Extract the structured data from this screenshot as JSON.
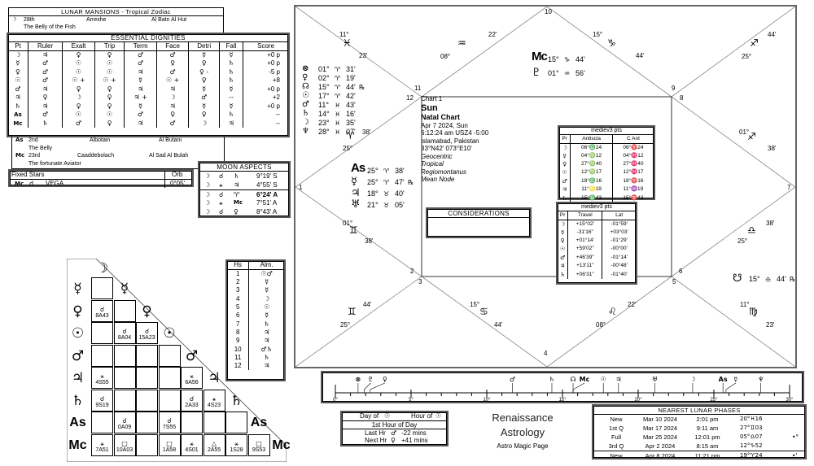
{
  "lunar_mansions": {
    "title": "LUNAR MANSIONS - Tropical Zodiac",
    "moon": {
      "symbol": "☽",
      "num": "28th",
      "name": "Arrexhe",
      "arabic": "Al Batn Al Hut",
      "meaning": "The Belly of the Fish"
    },
    "asc": {
      "symbol": "As",
      "num": "2nd",
      "name": "Albotain",
      "arabic": "Al Butani",
      "meaning": "The Belly"
    },
    "mc": {
      "symbol": "Mc",
      "num": "23rd",
      "name": "Caaddebolach",
      "arabic": "Al Sad Al Bulah",
      "meaning": "The fortunate Aviator"
    }
  },
  "essential_dignities": {
    "title": "ESSENTIAL DIGNITIES",
    "headers": [
      "Pt",
      "Ruler",
      "Exalt",
      "Trip",
      "Term",
      "Face",
      "Detri",
      "Fall",
      "Score"
    ],
    "rows": [
      [
        "☽",
        "♃",
        "♀",
        "♀",
        "♂",
        "♂",
        "☿",
        "☿",
        "+0 p"
      ],
      [
        "☿",
        "♂",
        "☉",
        "☉",
        "♂",
        "♀",
        "♀",
        "♄",
        "+0 p"
      ],
      [
        "♀",
        "♂",
        "☉",
        "☉",
        "♃",
        "♂",
        "♀ -",
        "♄",
        "-5 p"
      ],
      [
        "☉",
        "♂",
        "☉ +",
        "☉ +",
        "☿",
        "☉ +",
        "♀",
        "♄",
        "+8"
      ],
      [
        "♂",
        "♃",
        "♀",
        "♀",
        "♃",
        "♃",
        "☿",
        "☿",
        "+0 p"
      ],
      [
        "♃",
        "♀",
        "☽",
        "♀",
        "♃ +",
        "☽",
        "♂",
        "--",
        "+2"
      ],
      [
        "♄",
        "♃",
        "♀",
        "♀",
        "☿",
        "♃",
        "☿",
        "☿",
        "+0 p"
      ],
      [
        "As",
        "♂",
        "☉",
        "☉",
        "♂",
        "♀",
        "♀",
        "♄",
        "--"
      ],
      [
        "Mc",
        "♄",
        "♂",
        "♀",
        "♃",
        "♂",
        "☽",
        "♃",
        "--"
      ]
    ]
  },
  "fixed_stars": {
    "header": "Fixed Stars",
    "orb_header": "Orb",
    "rows": [
      {
        "point": "Mc",
        "aspect": "☌",
        "star": "VEGA",
        "orb": "0°05'"
      }
    ]
  },
  "moon_aspects": {
    "title": "MOON ASPECTS",
    "rows": [
      {
        "p1": "☽",
        "asp": "☌",
        "p2": "♄",
        "orb": "9°19' S",
        "bold": false
      },
      {
        "p1": "☽",
        "asp": "⚹",
        "p2": "♃",
        "orb": "4°55' S",
        "bold": false
      },
      {
        "p1": "☽",
        "asp": "☌",
        "p2": "♈",
        "orb": "6°24' A",
        "bold": true
      },
      {
        "p1": "☽",
        "asp": "⚹",
        "p2": "Mc",
        "orb": "7°51' A",
        "bold": false
      },
      {
        "p1": "☽",
        "asp": "☌",
        "p2": "♀",
        "orb": "8°43' A",
        "bold": false
      }
    ]
  },
  "aspect_grid": {
    "planets": [
      "☽",
      "☿",
      "♀",
      "☉",
      "♂",
      "♃",
      "♄",
      "As",
      "Mc"
    ],
    "cells": [
      {
        "row": 2,
        "col": 0,
        "sym": "☌",
        "val": "8A43"
      },
      {
        "row": 3,
        "col": 1,
        "sym": "☌",
        "val": "8A04"
      },
      {
        "row": 3,
        "col": 2,
        "sym": "☌",
        "val": "15A23"
      },
      {
        "row": 5,
        "col": 0,
        "sym": "⚹",
        "val": "4S55"
      },
      {
        "row": 5,
        "col": 4,
        "sym": "⚹",
        "val": "6A56"
      },
      {
        "row": 6,
        "col": 0,
        "sym": "☌",
        "val": "9S19"
      },
      {
        "row": 6,
        "col": 4,
        "sym": "☌",
        "val": "2A33"
      },
      {
        "row": 6,
        "col": 5,
        "sym": "⚹",
        "val": "4S23"
      },
      {
        "row": 7,
        "col": 1,
        "sym": "☌",
        "val": "0A09"
      },
      {
        "row": 7,
        "col": 3,
        "sym": "☌",
        "val": "7S55"
      },
      {
        "row": 8,
        "col": 0,
        "sym": "⚹",
        "val": "7A51"
      },
      {
        "row": 8,
        "col": 1,
        "sym": "□",
        "val": "10A03"
      },
      {
        "row": 8,
        "col": 3,
        "sym": "□",
        "val": "1A58"
      },
      {
        "row": 8,
        "col": 4,
        "sym": "⚹",
        "val": "4S01"
      },
      {
        "row": 8,
        "col": 5,
        "sym": "△",
        "val": "2A55"
      },
      {
        "row": 8,
        "col": 6,
        "sym": "⚹",
        "val": "1S28"
      },
      {
        "row": 8,
        "col": 7,
        "sym": "□",
        "val": "9S53"
      }
    ]
  },
  "house_almutens": {
    "headers": [
      "Hs",
      "Alm."
    ],
    "rows": [
      [
        "1",
        "☉♂"
      ],
      [
        "2",
        "☿"
      ],
      [
        "3",
        "☿"
      ],
      [
        "4",
        "☽"
      ],
      [
        "5",
        "☉"
      ],
      [
        "6",
        "☿"
      ],
      [
        "7",
        "♄"
      ],
      [
        "8",
        "♃"
      ],
      [
        "9",
        "♃"
      ],
      [
        "10",
        "♂♄"
      ],
      [
        "11",
        "♄"
      ],
      [
        "12",
        "♃"
      ]
    ]
  },
  "chart": {
    "info": {
      "label": "Chart 1",
      "name": "Sun",
      "type": "Natal Chart",
      "date": "Apr 7 2024, Sun",
      "time": "6:12:24 am  USZ4 -5:00",
      "place": "islamabad, Pakistan",
      "coords": "33°N42' 073°E10'",
      "settings": [
        "Geocentric",
        "Tropical",
        "Regiomontanus",
        "Mean Node"
      ]
    },
    "house_numbers": [
      "1",
      "2",
      "3",
      "4",
      "5",
      "6",
      "7",
      "8",
      "9",
      "10",
      "11",
      "12"
    ],
    "cusps": [
      {
        "house": "12",
        "sign": "♓",
        "deg": "11°",
        "min": "23'"
      },
      {
        "house": "11",
        "sign": "♒",
        "deg": "08°",
        "min": "22'"
      },
      {
        "house": "10",
        "sign": "♑",
        "deg": "15°",
        "min": "44'"
      },
      {
        "house": "9",
        "sign": "♐",
        "deg": "25°",
        "min": "44'"
      },
      {
        "house": "8",
        "sign": "♐",
        "deg": "01°",
        "min": "38'"
      },
      {
        "house": "7",
        "sign": "♎",
        "deg": "25°",
        "min": "38'"
      },
      {
        "house": "6",
        "sign": "♍",
        "deg": "11°",
        "min": "23'"
      },
      {
        "house": "5",
        "sign": "♌",
        "deg": "08°",
        "min": "22'"
      },
      {
        "house": "4",
        "sign": "♋",
        "deg": "15°",
        "min": "44'"
      },
      {
        "house": "3",
        "sign": "♊",
        "deg": "25°",
        "min": "44'"
      },
      {
        "house": "2",
        "sign": "♊",
        "deg": "01°",
        "min": "38'"
      },
      {
        "house": "1",
        "sign": "♈",
        "deg": "25°",
        "min": "38'"
      }
    ],
    "house12_planets": [
      {
        "sym": "⊗",
        "deg": "01°",
        "sign": "♈",
        "min": "31'",
        "retro": ""
      },
      {
        "sym": "♀",
        "deg": "02°",
        "sign": "♈",
        "min": "19'",
        "retro": ""
      },
      {
        "sym": "☊",
        "deg": "15°",
        "sign": "♈",
        "min": "44'",
        "retro": "℞"
      },
      {
        "sym": "☉",
        "deg": "17°",
        "sign": "♈",
        "min": "42'",
        "retro": ""
      },
      {
        "sym": "♂",
        "deg": "11°",
        "sign": "♓",
        "min": "43'",
        "retro": ""
      },
      {
        "sym": "♄",
        "deg": "14°",
        "sign": "♓",
        "min": "16'",
        "retro": ""
      },
      {
        "sym": "☽",
        "deg": "23°",
        "sign": "♓",
        "min": "35'",
        "retro": ""
      },
      {
        "sym": "♆",
        "deg": "28°",
        "sign": "♓",
        "min": "07'",
        "retro": ""
      }
    ],
    "house10_planets": [
      {
        "sym": "Mc",
        "deg": "15°",
        "sign": "♑",
        "min": "44'",
        "retro": ""
      },
      {
        "sym": "♇",
        "deg": "01°",
        "sign": "♒",
        "min": "56'",
        "retro": ""
      }
    ],
    "house1_planets": [
      {
        "sym": "As",
        "deg": "25°",
        "sign": "♈",
        "min": "38'",
        "retro": ""
      },
      {
        "sym": "☿",
        "deg": "25°",
        "sign": "♈",
        "min": "47'",
        "retro": "℞"
      },
      {
        "sym": "♃",
        "deg": "18°",
        "sign": "♉",
        "min": "40'",
        "retro": ""
      },
      {
        "sym": "♅",
        "deg": "21°",
        "sign": "♉",
        "min": "05'",
        "retro": ""
      }
    ],
    "house7_planets": [
      {
        "sym": "☋",
        "deg": "15°",
        "sign": "♎",
        "min": "44'",
        "retro": "℞"
      }
    ],
    "considerations_title": "CONSIDERATIONS"
  },
  "medieval_antiscia": {
    "title": "mediev3 pts",
    "headers": [
      "Pr",
      "Antiscia",
      "C Ant"
    ],
    "rows": [
      [
        "☽",
        "06°♎24",
        "06°♈24"
      ],
      [
        "☿",
        "04°♍12",
        "04°♓12"
      ],
      [
        "♀",
        "27°♍40",
        "27°♓40"
      ],
      [
        "☉",
        "12°♍17",
        "12°♓17"
      ],
      [
        "♂",
        "18°♎16",
        "18°♈16"
      ],
      [
        "♃",
        "11°♌19",
        "11°♒19"
      ],
      [
        "♄",
        "15°♎43",
        "15°♈43"
      ]
    ]
  },
  "medieval_travel": {
    "title": "mediev3 pts",
    "headers": [
      "Pr",
      "Travel",
      "Lat"
    ],
    "rows": [
      [
        "☽",
        "+15°02'",
        "-01°59'"
      ],
      [
        "☿",
        "-31'16\"",
        "+03°03'"
      ],
      [
        "♀",
        "+01°14'",
        "-01°29'"
      ],
      [
        "☉",
        "+59'02\"",
        "-00°00'"
      ],
      [
        "♂",
        "+46'39\"",
        "-01°14'"
      ],
      [
        "♃",
        "+13'11\"",
        "-00°48'"
      ],
      [
        "♄",
        "+06'31\"",
        "-01°40'"
      ]
    ]
  },
  "degree_ruler": {
    "min": 0,
    "max": 30,
    "tick_labels": [
      "0°",
      "5°",
      "10°",
      "15°",
      "20°",
      "25°",
      "30°"
    ],
    "markers": [
      {
        "sym": "⊗",
        "deg": 1.5
      },
      {
        "sym": "♇",
        "deg": 1.9
      },
      {
        "sym": "♀",
        "deg": 2.3
      },
      {
        "sym": "♂",
        "deg": 11.7
      },
      {
        "sym": "♄",
        "deg": 14.3
      },
      {
        "sym": "☊",
        "deg": 15.7
      },
      {
        "sym": "Mc",
        "deg": 15.7
      },
      {
        "sym": "☉",
        "deg": 17.7
      },
      {
        "sym": "♃",
        "deg": 18.7
      },
      {
        "sym": "♅",
        "deg": 21.1
      },
      {
        "sym": "☽",
        "deg": 23.6
      },
      {
        "sym": "As",
        "deg": 25.6
      },
      {
        "sym": "☿",
        "deg": 25.8
      },
      {
        "sym": "♆",
        "deg": 28.1
      }
    ]
  },
  "planetary_hours": {
    "day_of_label": "Day of",
    "day_of_sym": "☉",
    "hour_of_label": "Hour of",
    "hour_of_sym": "☉",
    "hour_text": "1st Hour of Day",
    "last_label": "Last Hr",
    "last_sym": "♂",
    "last_val": "-22 mins",
    "next_label": "Next Hr",
    "next_sym": "♀",
    "next_val": "+41 mins"
  },
  "brand": {
    "line1": "Renaissance",
    "line2": "Astrology",
    "line3": "Astro Magic Page"
  },
  "lunar_phases": {
    "title": "NEAREST LUNAR PHASES",
    "rows": [
      {
        "phase": "New",
        "date": "Mar 10 2024",
        "time": "2:01 pm",
        "pos": "20°♓16",
        "mark": ""
      },
      {
        "phase": "1st Q",
        "date": "Mar 17 2024",
        "time": "9:11 am",
        "pos": "27°♊03",
        "mark": ""
      },
      {
        "phase": "Full",
        "date": "Mar 25 2024",
        "time": "12:01 pm",
        "pos": "05°♎07",
        "mark": "•°"
      },
      {
        "phase": "3rd Q",
        "date": "Apr 2 2024",
        "time": "8:15 am",
        "pos": "12°♑52",
        "mark": ""
      },
      {
        "phase": "New",
        "date": "Apr 8 2024",
        "time": "11:21 pm",
        "pos": "19°♈24",
        "mark": "•'"
      }
    ]
  }
}
